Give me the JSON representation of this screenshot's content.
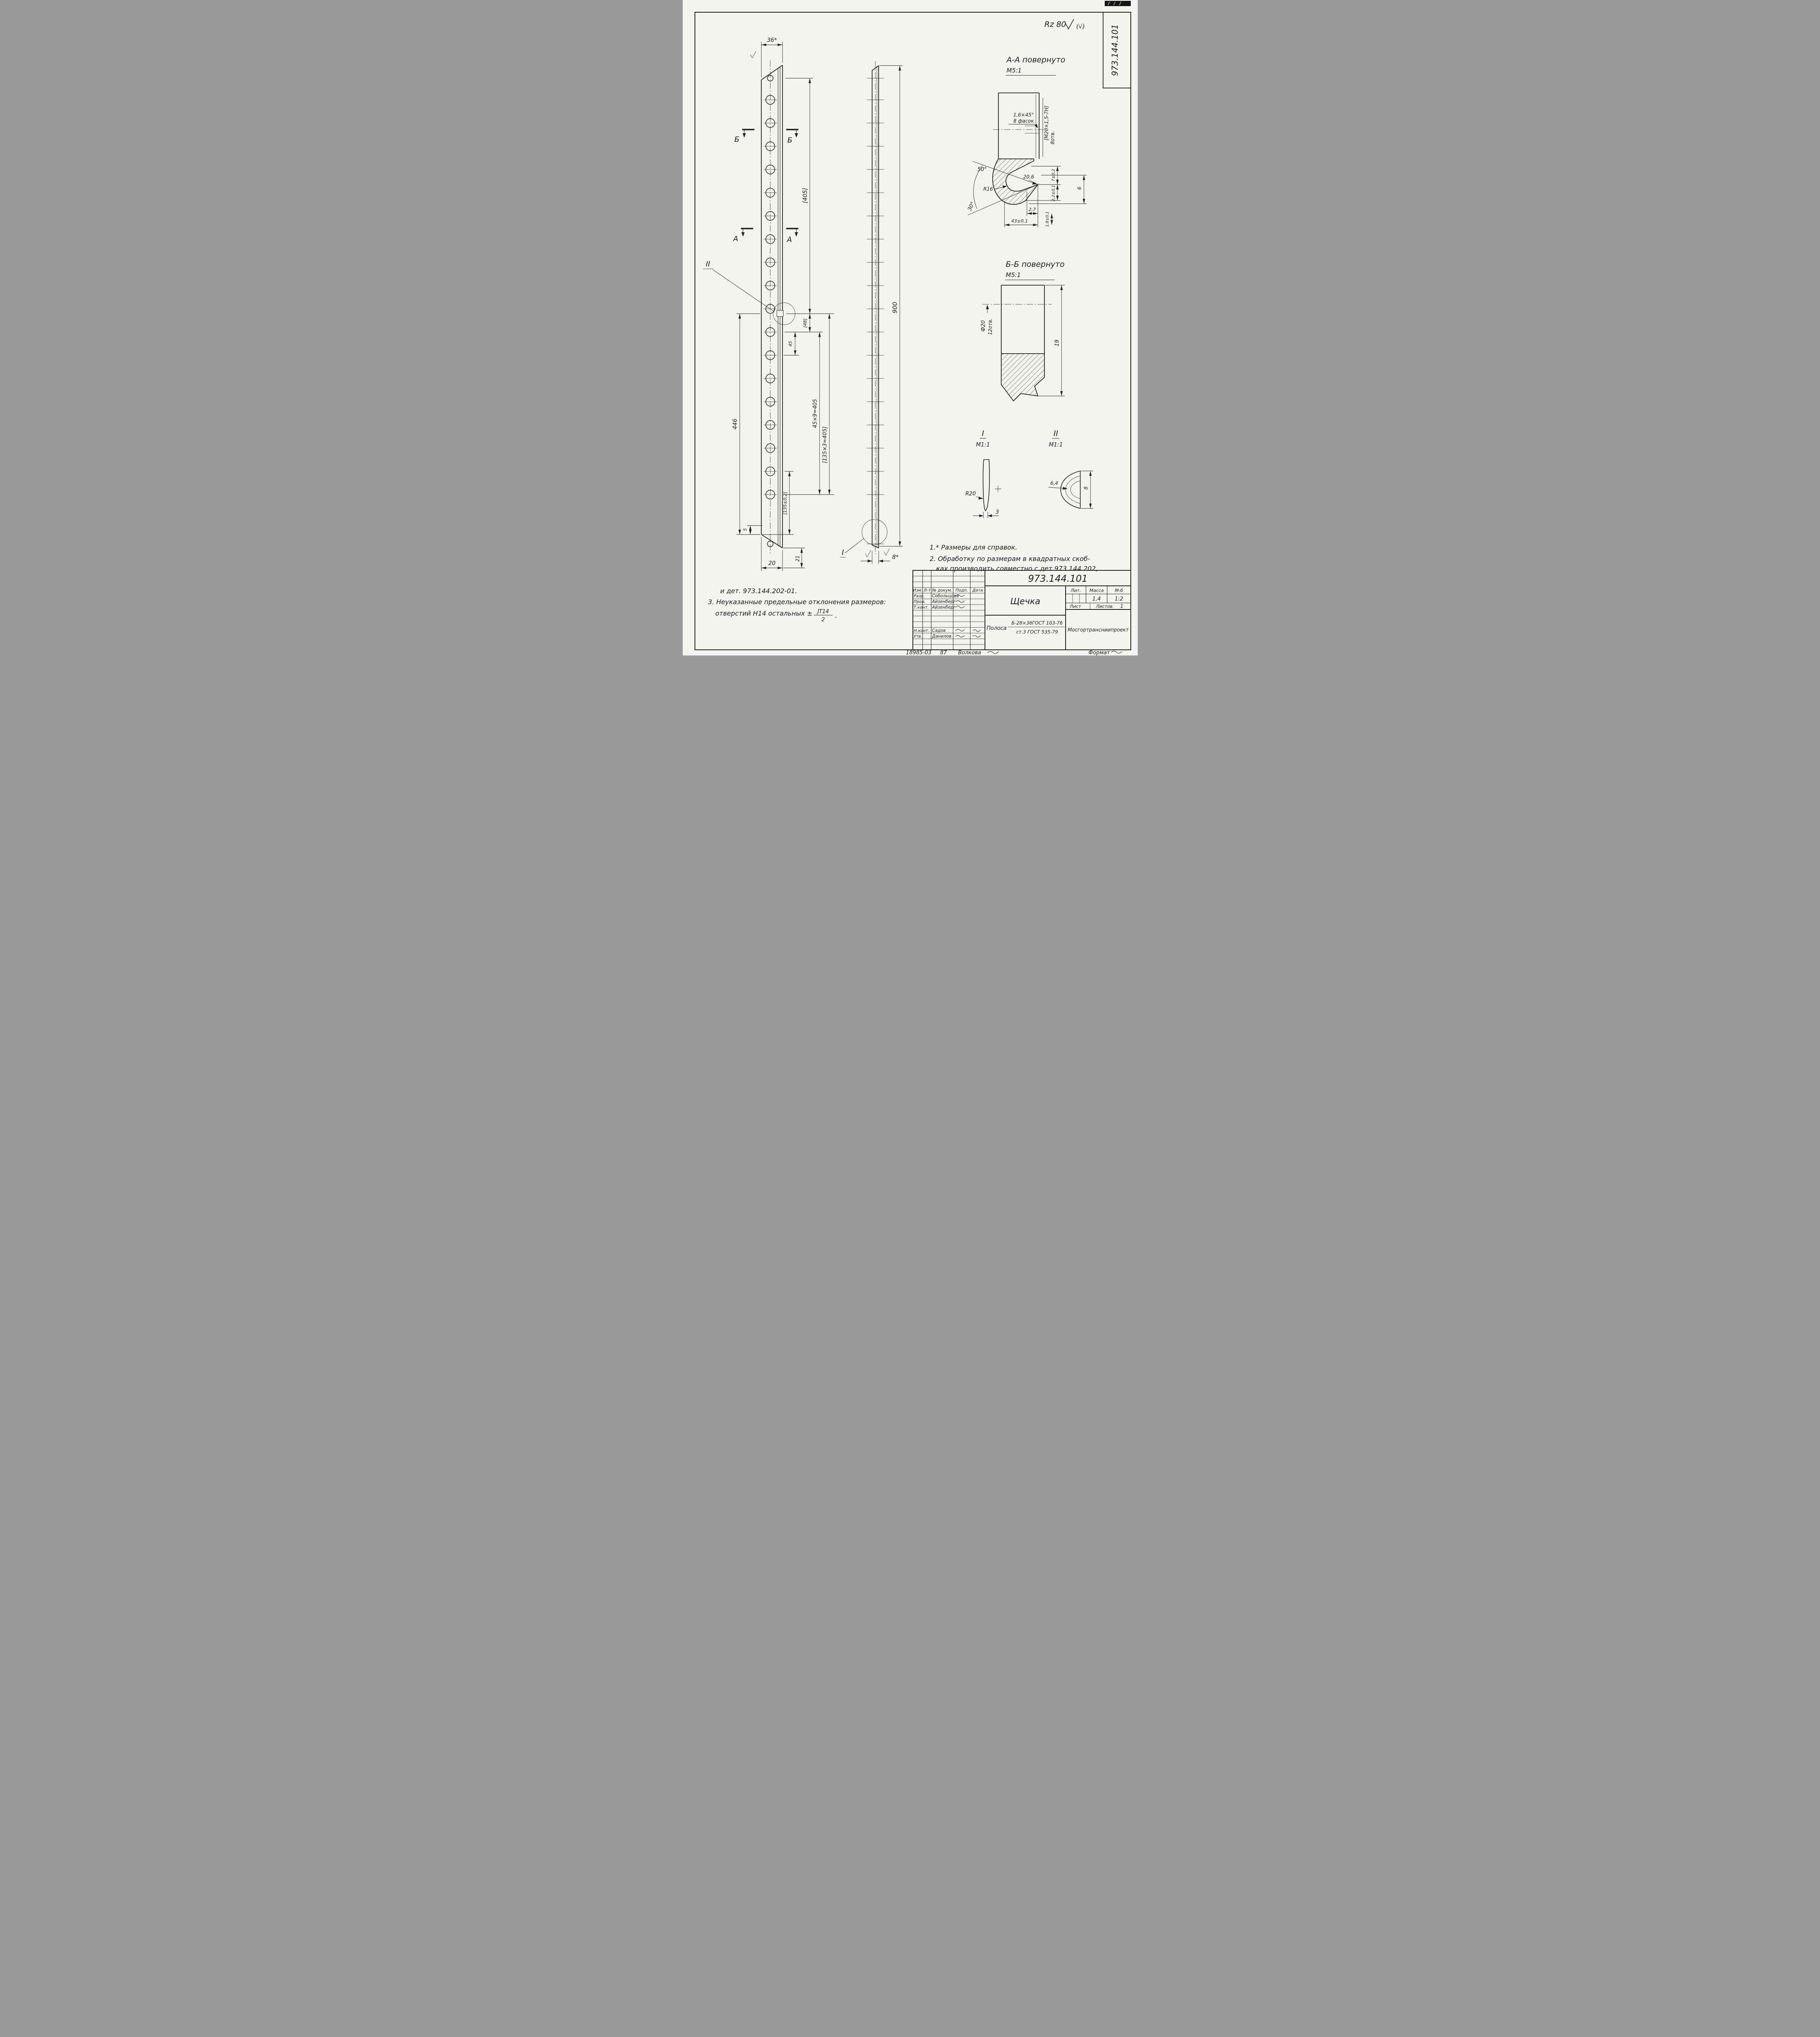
{
  "sheet": {
    "stamp_number": "973.144.101",
    "surface_finish": "Rz 80",
    "surface_finish_alt": "(√)"
  },
  "front_view": {
    "dim_36": "36*",
    "dim_405": "[405]",
    "dim_48": "[48]",
    "dim_45": "45",
    "dim_45x9": "45×9=405",
    "dim_135x3": "[135×3=405]",
    "dim_446": "446",
    "dim_135": "[135±0,2]",
    "dim_5": "5",
    "dim_20": "20",
    "dim_21": "21",
    "sec_a": "А",
    "sec_b": "Б",
    "detail_ref_ii": "II"
  },
  "side_view": {
    "dim_900": "900",
    "dim_8": "8*",
    "detail_ref_i": "I"
  },
  "section_aa": {
    "title": "А-А повернуто",
    "scale": "М5:1",
    "dim_8": "8",
    "chamfer": "1,6×45°",
    "chamfer_qty": "8 фасок",
    "thread": "[М20×1,5-7Н]",
    "thread_qty": "8отв.",
    "angle_50": "50°",
    "angle_30": "30°",
    "r16": "R16",
    "dim_206": "20,6",
    "dim_27": "2,7",
    "dim_43": "43±0,1",
    "dim_7": "7±0,2",
    "dim_22": "2,2±0,1",
    "dim_6": "6",
    "dim_18": "1,8±0,1"
  },
  "section_bb": {
    "title": "Б-Б повернуто",
    "scale": "М5:1",
    "hole": "Ф20",
    "hole_qty": "12отв.",
    "dim_19": "19"
  },
  "detail_i": {
    "label": "I",
    "scale": "М1:1",
    "r20": "R20",
    "dim_3": "3"
  },
  "detail_ii": {
    "label": "II",
    "scale": "М1:1",
    "dim_64": "6,4",
    "dim_8": "8"
  },
  "notes": {
    "n1": "1.* Размеры для справок.",
    "n2a": "2. Обработку по размерам в квадратных скоб-",
    "n2b": "ках производить совместно с дет.973.144.202,",
    "n2c": "и дет. 973.144.202-01.",
    "n3a": "3. Неуказанные предельные отклонения размеров:",
    "n3b": "отверстий Н14 остальных ±",
    "frac_num": "JT14",
    "frac_den": "2",
    "frac_tail": "."
  },
  "title_block": {
    "doc_number": "973.144.101",
    "part_name": "Щечка",
    "lit_label": "Лит.",
    "mass_label": "Масса",
    "mass_value": "1,4",
    "scale_label": "М-б",
    "scale_value": "1:2",
    "sheet_label": "Лист",
    "sheets_label": "Листов",
    "sheets_value": "1",
    "material_profile": "Полоса",
    "material_top": "Б-28×36ГОСТ 103-76",
    "material_bottom": "ст.3 ГОСТ 535-79",
    "org": "Мосгортрансниипроект",
    "hdr_izm": "Изм.",
    "hdr_list": "Л-т",
    "hdr_doc": "№ докум.",
    "hdr_podp": "Подп.",
    "hdr_data": "Дата",
    "rows": [
      {
        "role": "Разр.",
        "name": "Собольцова"
      },
      {
        "role": "Пров.",
        "name": "Айзенберг"
      },
      {
        "role": "Т.конт.",
        "name": "Айзенберг"
      },
      {
        "role": "Н.конт.",
        "name": "Садов"
      },
      {
        "role": "Утв.",
        "name": "Данилов"
      }
    ]
  },
  "footer": {
    "code": "18985-03",
    "num": "87",
    "name": "Волкова",
    "format_label": "Формат"
  }
}
